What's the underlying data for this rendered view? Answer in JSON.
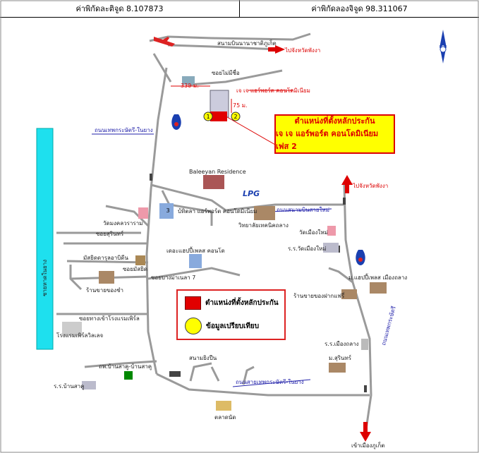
{
  "header": {
    "latitude": "ค่าพิกัดละติจูด 8.107873",
    "longitude": "ค่าพิกัดลองจิจูด 98.311067"
  },
  "callout": {
    "line1": "ตำแหน่งที่ตั้งหลักประกัน",
    "line2": "เจ เจ แอร์พอร์ต คอนโดมิเนียม เฟส 2"
  },
  "legend": {
    "collateral": "ตำแหน่งที่ตั้งหลักประกัน",
    "comparable": "ข้อมูลเปรียบเทียบ"
  },
  "labels": {
    "airport": "สนามบินนานาชาติภูเก็ต",
    "to_phangnga_top": "ไปจังหวัดพังงา",
    "soi_no_name": "ซอยไม่มีชื่อ",
    "dist_330": "330 ม.",
    "jj_condo": "เจ เจ แอร์พอร์ต คอนโดมิเนียม",
    "dist_75": "75 ม.",
    "thepkasattri_nai_yang": "ถนนเทพกระษัตรี-ในยาง",
    "baleeyan": "Baleeyan Residence",
    "lpg": "LPG",
    "to_phangnga_right": "ไปจังหวัดพังงา",
    "airport_road": "ถนนสนามบินสายใหม่",
    "wat_mongkol": "วัดมงคลวราราม",
    "soi_surin": "ซอยสุรินทร์",
    "b_villa": "บ้ทิตลา แอร์พอร์ต คอนโดมิเนียม",
    "college": "วิทยาลัยเทคนิคถลาง",
    "wat_mueang_mai": "วัดเมืองใหม่",
    "school_wat": "ร.ร.วัดเมืองใหม่",
    "mosque": "มัสยิดดารุลอาบิดีน",
    "soi_masjid": "ซอยมัสยิด",
    "dcondo": "เดอะแฮปปี้เพลส คอนโด",
    "shop_oil": "ร้านขายของชำ",
    "soi_bangmanao": "ซอยบางม่าเนลา 7",
    "happy_place": "ม.แฮปปี้เพลส เมืองถลาง",
    "souvenir": "ร้านขายของฝากแฟรี่",
    "thepkasattri_right": "ถนนเทพกระษัตรี",
    "soi_hotel": "ซอยทางเข้าโรงแรมเพิร์ล",
    "beach_road": "ชายหาดในยาง",
    "hotel": "โรงแรมเพิร์ลวิลเลจ",
    "school_thalang": "ร.ร.เมืองถลาง",
    "surintorn": "ม.สุรินทร์",
    "sanam_ying_pun": "สนามยิงปืน",
    "bankhok": "ถพ.บ้านสาคู-บ้านสาคู",
    "school_bankhok": "ร.ร.บ้านสาคู",
    "thepkasattri_bottom": "ถนนสายเทพกระษัตรี-ในยาง",
    "market": "ตลาดนัด",
    "to_phuket": "เข้าเมืองภูเก็ต"
  },
  "markers": {
    "m1": "1",
    "m2": "2",
    "m3": "3"
  }
}
